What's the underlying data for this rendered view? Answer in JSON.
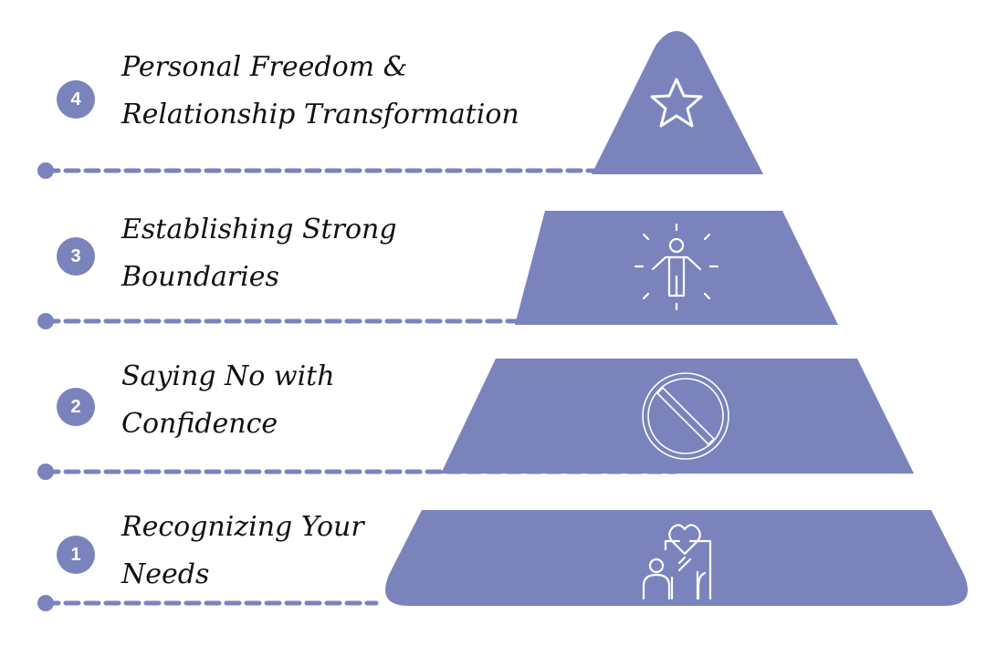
{
  "colors": {
    "tier": "#7b83bd",
    "line": "#7b83bd",
    "icon": "#ffffff",
    "text": "#111111"
  },
  "levels": [
    {
      "number": "1",
      "line1": "Recognizing Your",
      "line2": "Needs",
      "icon": "mirror-heart-icon"
    },
    {
      "number": "2",
      "line1": "Saying No with",
      "line2": "Confidence",
      "icon": "prohibition-icon"
    },
    {
      "number": "3",
      "line1": "Establishing Strong",
      "line2": "Boundaries",
      "icon": "radiant-person-icon"
    },
    {
      "number": "4",
      "line1": "Personal Freedom &",
      "line2": "Relationship Transformation",
      "icon": "star-icon"
    }
  ]
}
